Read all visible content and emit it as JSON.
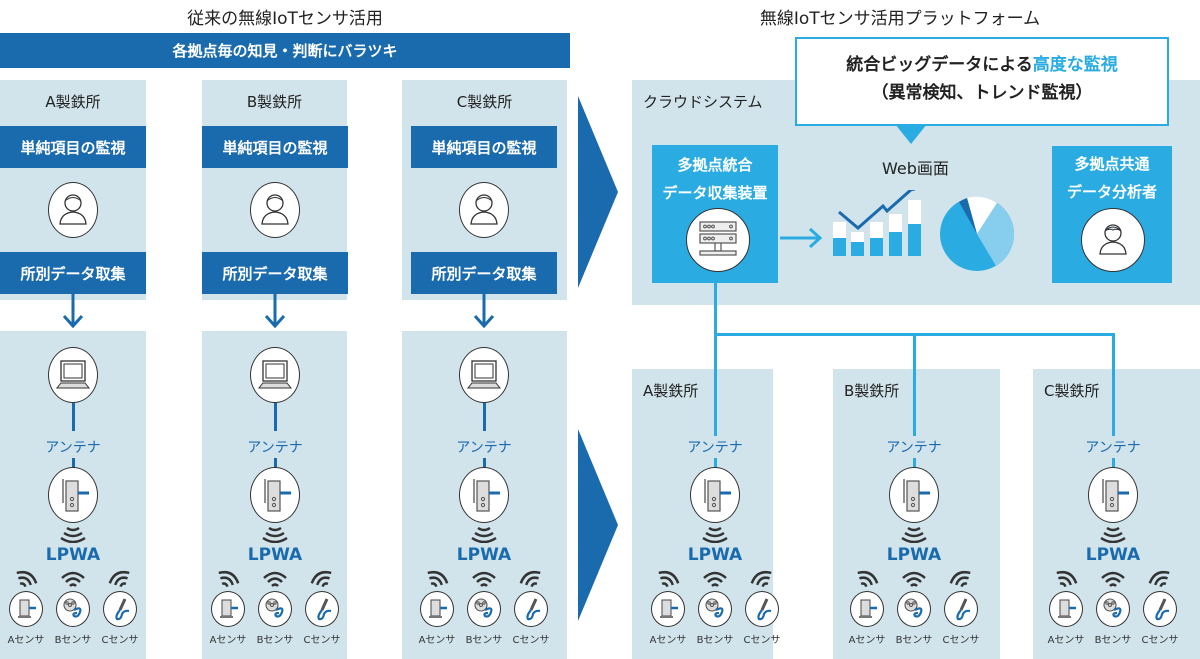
{
  "left": {
    "title": "従来の無線IoTセンサ活用",
    "banner": "各拠点毎の知見・判断にバラツキ",
    "sites": [
      {
        "name": "A製鉄所",
        "monitor": "単純項目の監視",
        "collect": "所別データ取集",
        "antenna": "アンテナ",
        "network": "LPWA",
        "sensors": [
          "Aセンサ",
          "Bセンサ",
          "Cセンサ"
        ]
      },
      {
        "name": "B製鉄所",
        "monitor": "単純項目の監視",
        "collect": "所別データ取集",
        "antenna": "アンテナ",
        "network": "LPWA",
        "sensors": [
          "Aセンサ",
          "Bセンサ",
          "Cセンサ"
        ]
      },
      {
        "name": "C製鉄所",
        "monitor": "単純項目の監視",
        "collect": "所別データ取集",
        "antenna": "アンテナ",
        "network": "LPWA",
        "sensors": [
          "Aセンサ",
          "Bセンサ",
          "Cセンサ"
        ]
      }
    ]
  },
  "right": {
    "title": "無線IoTセンサ活用プラットフォーム",
    "callout": {
      "line1_prefix": "統合ビッグデータによる",
      "line1_highlight": "高度な監視",
      "line2": "（異常検知、トレンド監視）"
    },
    "cloud": {
      "label": "クラウドシステム",
      "collector": {
        "line1": "多拠点統合",
        "line2": "データ収集装置"
      },
      "web": "Web画面",
      "analyst": {
        "line1": "多拠点共通",
        "line2": "データ分析者"
      }
    },
    "sites": [
      {
        "name": "A製鉄所",
        "antenna": "アンテナ",
        "network": "LPWA",
        "sensors": [
          "Aセンサ",
          "Bセンサ",
          "Cセンサ"
        ]
      },
      {
        "name": "B製鉄所",
        "antenna": "アンテナ",
        "network": "LPWA",
        "sensors": [
          "Aセンサ",
          "Bセンサ",
          "Cセンサ"
        ]
      },
      {
        "name": "C製鉄所",
        "antenna": "アンテナ",
        "network": "LPWA",
        "sensors": [
          "Aセンサ",
          "Bセンサ",
          "Cセンサ"
        ]
      }
    ]
  },
  "colors": {
    "dark_blue": "#1a6aae",
    "light_blue": "#2aace2",
    "panel_bg": "#d1e4ec"
  }
}
